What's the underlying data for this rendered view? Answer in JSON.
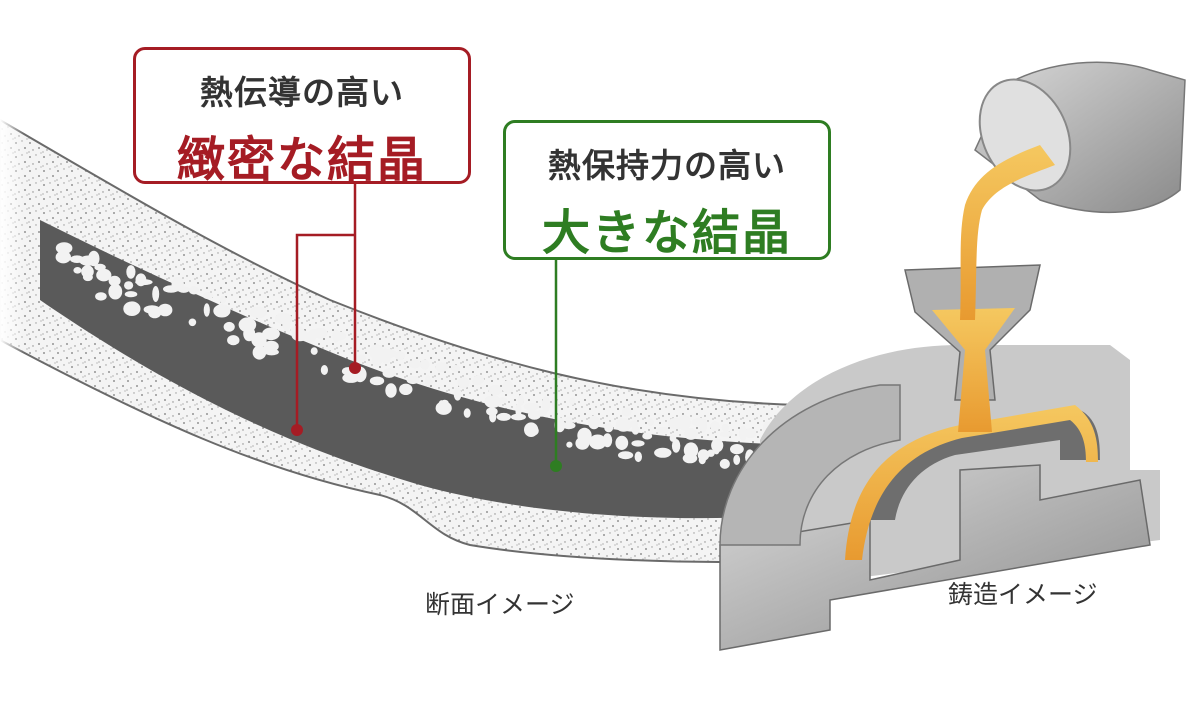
{
  "callouts": {
    "dense": {
      "sub": "熱伝導の高い",
      "main": "緻密な結晶",
      "color": "#a51c24"
    },
    "large": {
      "sub": "熱保持力の高い",
      "main": "大きな結晶",
      "color": "#2e7d22"
    }
  },
  "captions": {
    "section": "断面イメージ",
    "casting": "鋳造イメージ"
  },
  "colors": {
    "molten_metal": "#f0b040",
    "mold_gray": "#9a9a9a",
    "cross_section": "#5a5a5a"
  }
}
